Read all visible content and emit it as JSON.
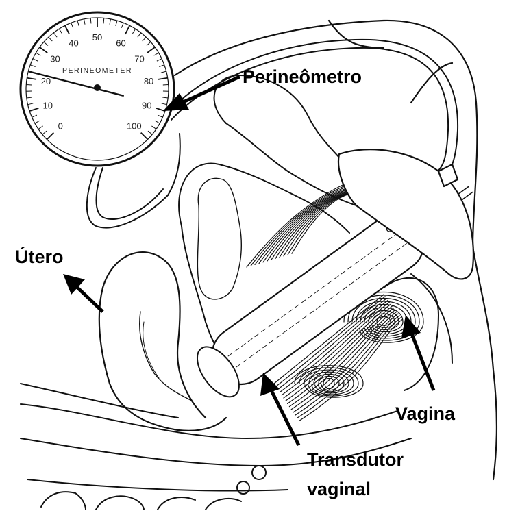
{
  "labels": {
    "perineometro": "Perineômetro",
    "utero": "Útero",
    "vagina": "Vagina",
    "transdutor_line1": "Transdutor",
    "transdutor_line2": "vaginal"
  },
  "gauge": {
    "title": "PERINEOMETER",
    "scale": [
      "0",
      "10",
      "20",
      "30",
      "40",
      "50",
      "60",
      "70",
      "80",
      "90",
      "100"
    ],
    "needle_value": 22
  },
  "colors": {
    "ink": "#111111",
    "background": "#ffffff"
  }
}
